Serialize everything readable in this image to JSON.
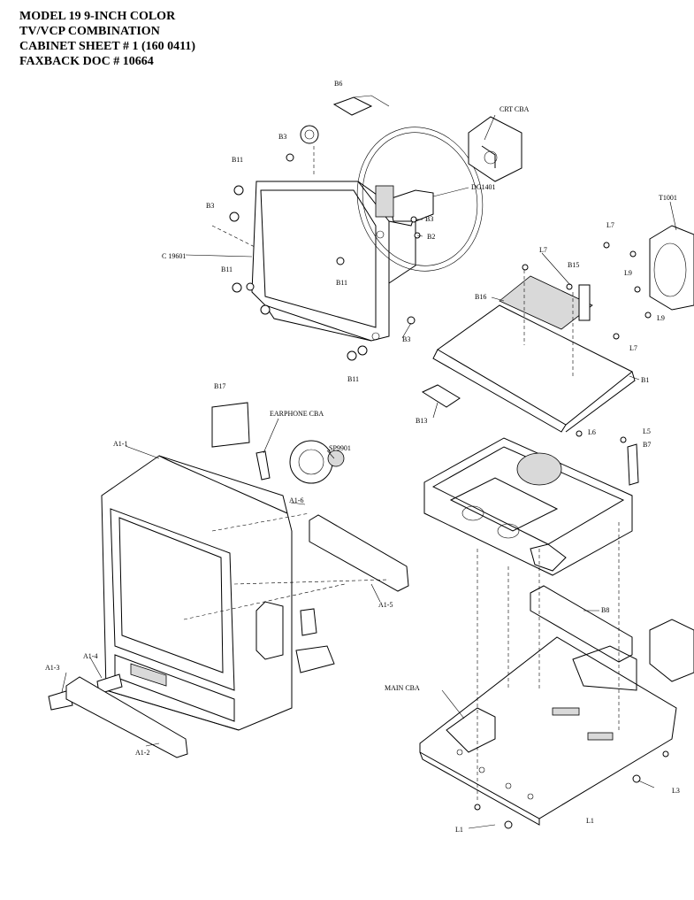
{
  "header": {
    "line1": "MODEL 19  9-INCH COLOR",
    "line2": "TV/VCP COMBINATION",
    "line3": "CABINET SHEET # 1  (160 0411)",
    "line4": "FAXBACK DOC # 10664"
  },
  "labels": {
    "b6": "B6",
    "crt_cba": "CRT CBA",
    "b3_top": "B3",
    "b11_top": "B11",
    "b3_left": "B3",
    "c19601": "C 19601",
    "b11_left": "B11",
    "b11_mid": "B11",
    "b3_neck": "B3",
    "b2": "B2",
    "dg401": "DG1401",
    "b3_bottom": "B3",
    "b11_bottom": "B11",
    "t1001": "T1001",
    "l7_top": "L7",
    "l7_b": "L7",
    "b15": "B15",
    "l9_a": "L9",
    "b16": "B16",
    "l9_b": "L9",
    "l7_c": "L7",
    "b1": "B1",
    "b13": "B13",
    "b17": "B17",
    "earphone_cba": "EARPHONE CBA",
    "sp9901": "SP9901",
    "a1_1": "A1-1",
    "a1_6": "A1-6",
    "a1_5": "A1-5",
    "l6": "L6",
    "l5": "L5",
    "b7": "B7",
    "b8": "B8",
    "a1_4": "A1-4",
    "a1_3": "A1-3",
    "a1_2": "A1-2",
    "main_cba": "MAIN CBA",
    "l3": "L3",
    "l1": "L1",
    "l2": "L1"
  }
}
